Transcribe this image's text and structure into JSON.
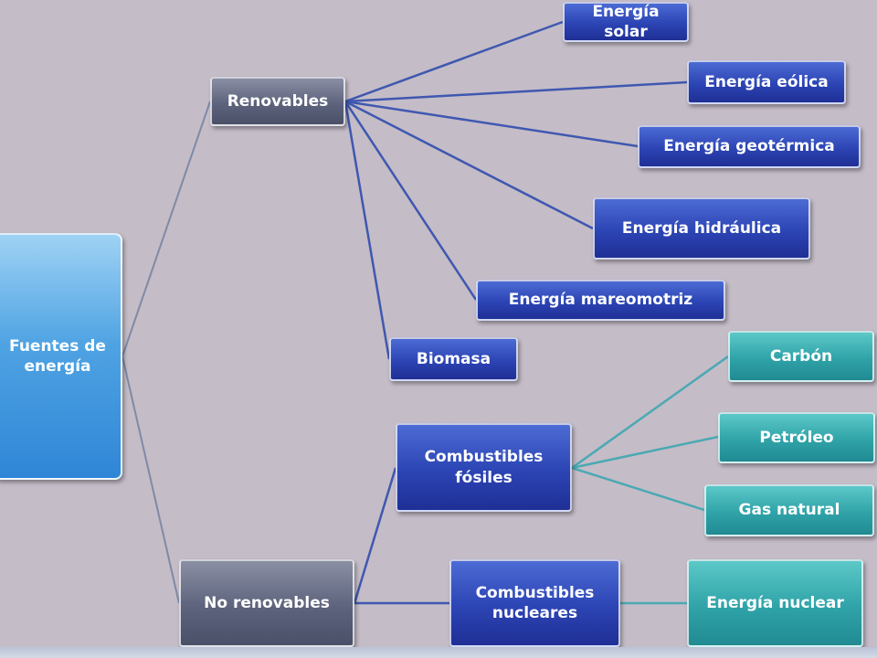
{
  "diagram": {
    "root": {
      "label": "Fuentes de energía"
    },
    "renewables": {
      "label": "Renovables",
      "items": [
        "Energía solar",
        "Energía eólica",
        "Energía geotérmica",
        "Energía hidráulica",
        "Energía mareomotriz",
        "Biomasa"
      ]
    },
    "non_renewables": {
      "label": "No renovables",
      "fossil": {
        "label": "Combustibles fósiles",
        "items": [
          "Carbón",
          "Petróleo",
          "Gas natural"
        ]
      },
      "nuclear": {
        "label": "Combustibles nucleares",
        "items": [
          "Energía nuclear"
        ]
      }
    }
  },
  "colors": {
    "background": "#c4bcc7",
    "root": "#3a8fdc",
    "category": "#5d637c",
    "renewable_leaf": "#2c44b4",
    "fossil_leaf": "#2fa3a8",
    "connector_grey": "#7f8aa6",
    "connector_blue": "#3f58b0",
    "connector_teal": "#4aa9b3"
  }
}
